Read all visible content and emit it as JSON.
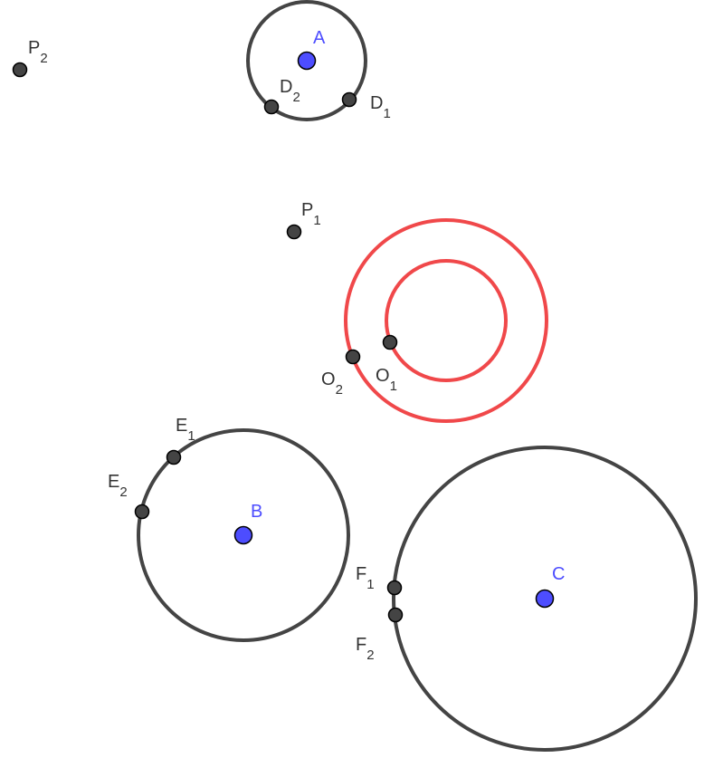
{
  "colors": {
    "background": "#ffffff",
    "circle_dark": "#444444",
    "circle_red": "#f0484a",
    "point_dark": "#444444",
    "point_blue": "#4d4dff",
    "label_dark": "#333333",
    "label_blue": "#4d4dff"
  },
  "circles": [
    {
      "id": "circle-a",
      "center": "A",
      "color": "dark"
    },
    {
      "id": "circle-b",
      "center": "B",
      "color": "dark"
    },
    {
      "id": "circle-c",
      "center": "C",
      "color": "dark"
    },
    {
      "id": "circle-o-outer",
      "center": "",
      "color": "red"
    },
    {
      "id": "circle-o-inner",
      "center": "",
      "color": "red"
    }
  ],
  "points": {
    "A": {
      "letter": "A",
      "subscript": "",
      "color": "blue"
    },
    "B": {
      "letter": "B",
      "subscript": "",
      "color": "blue"
    },
    "C": {
      "letter": "C",
      "subscript": "",
      "color": "blue"
    },
    "D1": {
      "letter": "D",
      "subscript": "1",
      "color": "dark"
    },
    "D2": {
      "letter": "D",
      "subscript": "2",
      "color": "dark"
    },
    "E1": {
      "letter": "E",
      "subscript": "1",
      "color": "dark"
    },
    "E2": {
      "letter": "E",
      "subscript": "2",
      "color": "dark"
    },
    "F1": {
      "letter": "F",
      "subscript": "1",
      "color": "dark"
    },
    "F2": {
      "letter": "F",
      "subscript": "2",
      "color": "dark"
    },
    "O1": {
      "letter": "O",
      "subscript": "1",
      "color": "dark"
    },
    "O2": {
      "letter": "O",
      "subscript": "2",
      "color": "dark"
    },
    "P1": {
      "letter": "P",
      "subscript": "1",
      "color": "dark"
    },
    "P2": {
      "letter": "P",
      "subscript": "2",
      "color": "dark"
    }
  }
}
